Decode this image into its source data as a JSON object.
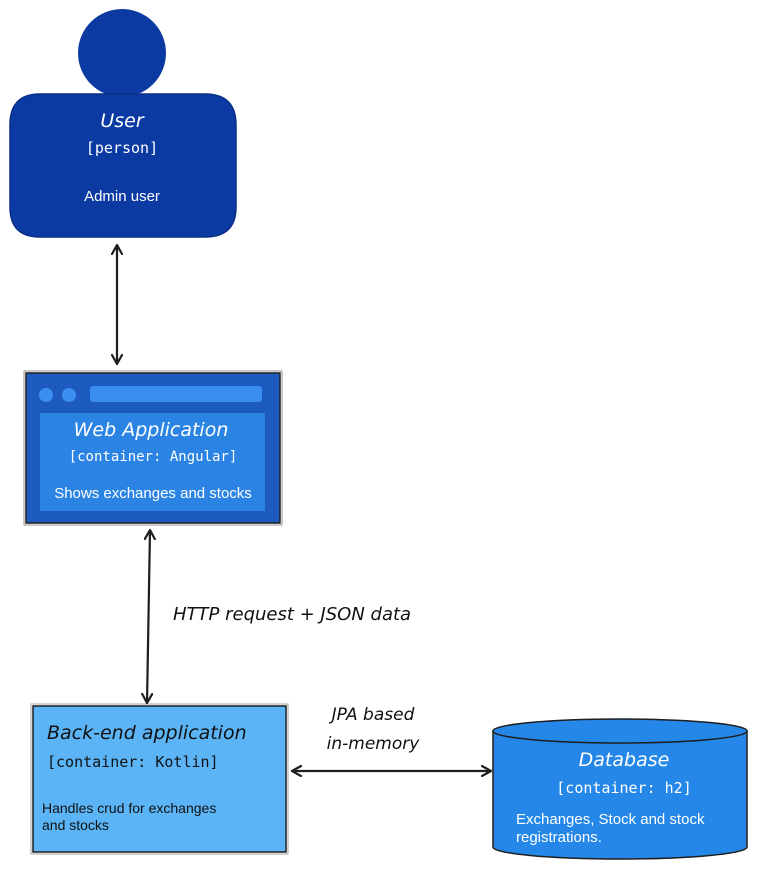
{
  "nodes": {
    "user": {
      "title": "User",
      "type": "[person]",
      "description": "Admin user"
    },
    "web_app": {
      "title": "Web Application",
      "type": "[container: Angular]",
      "description": "Shows exchanges and stocks"
    },
    "backend": {
      "title": "Back-end application",
      "type": "[container: Kotlin]",
      "description_line1": "Handles crud for exchanges",
      "description_line2": "and stocks"
    },
    "database": {
      "title": "Database",
      "type": "[container: h2]",
      "description_line1": "Exchanges, Stock and stock",
      "description_line2": "registrations."
    }
  },
  "edges": {
    "web_backend_label": "HTTP request + JSON data",
    "backend_db_label_line1": "JPA based",
    "backend_db_label_line2": "in-memory"
  },
  "colors": {
    "person": "#0b3aa3",
    "web_frame": "#1d5bbf",
    "web_inner": "#2b84e3",
    "web_bar": "#3b8ef0",
    "backend": "#5bb4f5",
    "database": "#2587e8",
    "stroke": "#1e1e1e",
    "text_light": "#ffffff",
    "text_dark": "#111111"
  }
}
